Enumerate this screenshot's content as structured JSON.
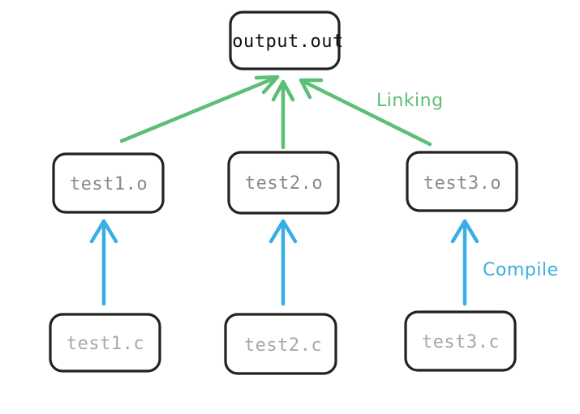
{
  "colors": {
    "link": "#5cbf75",
    "compile": "#39aee4",
    "output_text": "#111111",
    "object_text": "#8a8a8a",
    "source_text": "#a8a8a8",
    "box_stroke": "#222222"
  },
  "output": {
    "label": "output.out"
  },
  "objects": [
    {
      "label": "test1.o"
    },
    {
      "label": "test2.o"
    },
    {
      "label": "test3.o"
    }
  ],
  "sources": [
    {
      "label": "test1.c"
    },
    {
      "label": "test2.c"
    },
    {
      "label": "test3.c"
    }
  ],
  "stages": {
    "link_label": "Linking",
    "compile_label": "Compile"
  }
}
